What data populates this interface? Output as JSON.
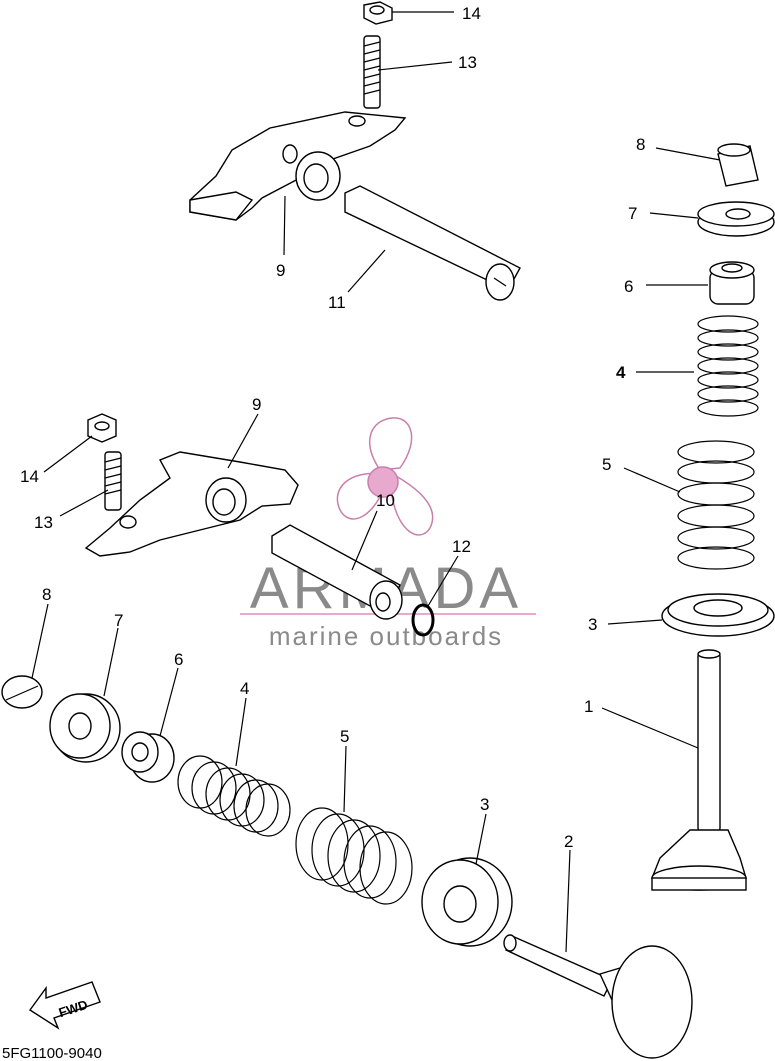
{
  "diagram_code": "5FG1100-9040",
  "fwd_label": "FWD",
  "watermark": {
    "brand": "ARMADA",
    "tagline": "marine outboards",
    "colors": {
      "propeller": "#e8a9cf",
      "text": "#8a8a8a",
      "rule": "#e8a9cf"
    }
  },
  "callouts": {
    "c14a": "14",
    "c13a": "13",
    "c9a": "9",
    "c11": "11",
    "c8a": "8",
    "c7a": "7",
    "c6a": "6",
    "c4a": "4",
    "c5a": "5",
    "c3a": "3",
    "c1": "1",
    "c9b": "9",
    "c14b": "14",
    "c13b": "13",
    "c10": "10",
    "c12": "12",
    "c8b": "8",
    "c7b": "7",
    "c6b": "6",
    "c4b": "4",
    "c5b": "5",
    "c3b": "3",
    "c2": "2"
  }
}
